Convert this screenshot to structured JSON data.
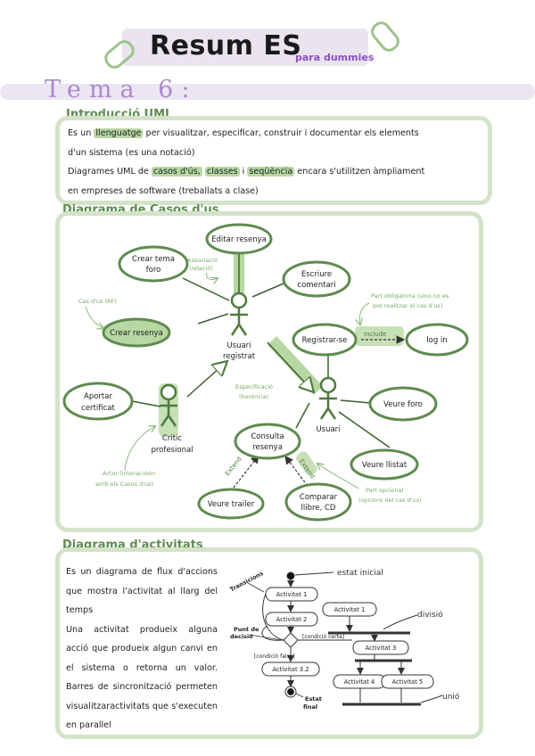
{
  "header": {
    "title": "Resum ES",
    "subtitle": "para dummies",
    "topic": "Tema 6:"
  },
  "intro": {
    "heading": "Introducció UML",
    "line1_pre": "Es un",
    "line1_hl": "llenguatge",
    "line1_post": "per visualitzar, especificar, construir i documentar els elements",
    "line2": "d'un sistema (es una notació)",
    "line3_pre": "Diagrames UML de",
    "line3_hl1": "casos d'ús,",
    "line3_hl2": "classes",
    "line3_mid": "i",
    "line3_hl3": "seqüència",
    "line3_post": "encara s'utilitzen àmpliament",
    "line4": "en empreses de software (treballats a clase)"
  },
  "usecase": {
    "heading": "Diagrama de Casos d'us",
    "cases": {
      "editar": "Editar resenya",
      "crear_tema_1": "Crear tema",
      "crear_tema_2": "foro",
      "escriure_1": "Escriure",
      "escriure_2": "comentari",
      "crear_resenya": "Crear resenya",
      "registrar": "Registrar-se",
      "login": "log in",
      "aportar_1": "Aportar",
      "aportar_2": "certificat",
      "veure_foro": "Veure foro",
      "consulta_1": "Consulta",
      "consulta_2": "resenya",
      "veure_llistat": "Veure llistat",
      "veure_trailer": "Veure trailer",
      "comparar_1": "Comparar",
      "comparar_2": "llibre, CD"
    },
    "actors": {
      "registrat_1": "Usuari",
      "registrat_2": "registrat",
      "usuari": "Usuari",
      "critic_1": "Critic",
      "critic_2": "profesional"
    },
    "notes": {
      "associacio_1": "Associació",
      "associacio_2": "(relació)",
      "cas_us": "Cas d'us (RF)",
      "part_oblig_1": "Part obligatoria (sino no es",
      "part_oblig_2": "pot realitzar el cas d'us)",
      "include": "Include",
      "especificacio_1": "Especificació",
      "especificacio_2": "(herència)",
      "actor_1": "Actor (interacutén",
      "actor_2": "amb els Casos d'us)",
      "extend": "Extend",
      "part_opc_1": "Part opcional",
      "part_opc_2": "(opcions del cas d'us)"
    }
  },
  "activity": {
    "heading": "Diagrama d'activitats",
    "p1": "Es un diagrama de flux d'accions que mostra l'activitat al llarg del temps",
    "p2": "Una activitat produeix alguna acció que produeix algun canvi en el sistema o retorna un valor. Barres de sincronització permeten visualitzaractivitats que s'executen en parallel",
    "labels": {
      "estat_inicial": "estat inicial",
      "transicions": "Transicions",
      "act1": "Activitat 1",
      "act2": "Activitat 2",
      "act1b": "Activitat 1",
      "divisio": "divisió",
      "punt_decisio_1": "Punt de",
      "punt_decisio_2": "decisió",
      "condicio_certa": "[condició certa]",
      "act3": "Activitat 3",
      "condicio_falsa": "[condició falsa]",
      "act32": "Activitat 3.2",
      "act4": "Activitat 4",
      "act5": "Activitat 5",
      "unio": "unió",
      "estat_final_1": "Estat",
      "estat_final_2": "final"
    }
  }
}
